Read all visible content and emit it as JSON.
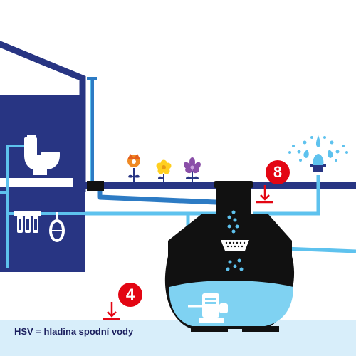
{
  "colors": {
    "navy": "#283583",
    "dark_navy": "#1e2a6e",
    "light_blue": "#5ec2ee",
    "mid_blue": "#2d7bc4",
    "water": "#7fd2f2",
    "ground": "#d8eefa",
    "tank": "#111111",
    "red": "#e30613",
    "white": "#ffffff"
  },
  "labels": {
    "badge_top": "8",
    "badge_bottom": "4",
    "legend": "HSV = hladina spodní vody"
  },
  "icons": [
    "house-outline",
    "toilet-icon",
    "filter-cartridges-icon",
    "pressure-vessel-icon",
    "downpipe-icon",
    "flower-orange-icon",
    "flower-yellow-icon",
    "flower-purple-icon",
    "sprinkler-icon",
    "rainwater-tank-icon",
    "submersible-pump-icon",
    "level-arrow-icon"
  ]
}
